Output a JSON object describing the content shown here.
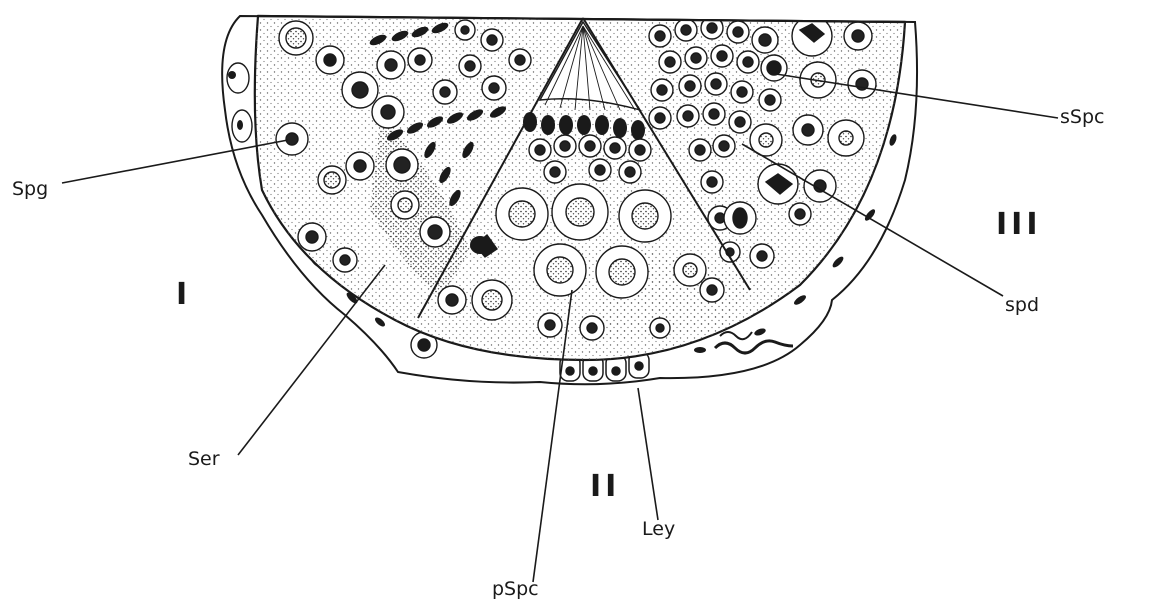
{
  "labels": {
    "spg": "Spg",
    "ser": "Ser",
    "pspc": "pSpc",
    "ley": "Ley",
    "sspc": "sSpc",
    "spd": "spd"
  },
  "sectors": {
    "one": "I",
    "two": "II",
    "three": "III"
  },
  "colors": {
    "ink": "#1a1a1a",
    "paper": "#ffffff",
    "stipple": "#555555"
  }
}
